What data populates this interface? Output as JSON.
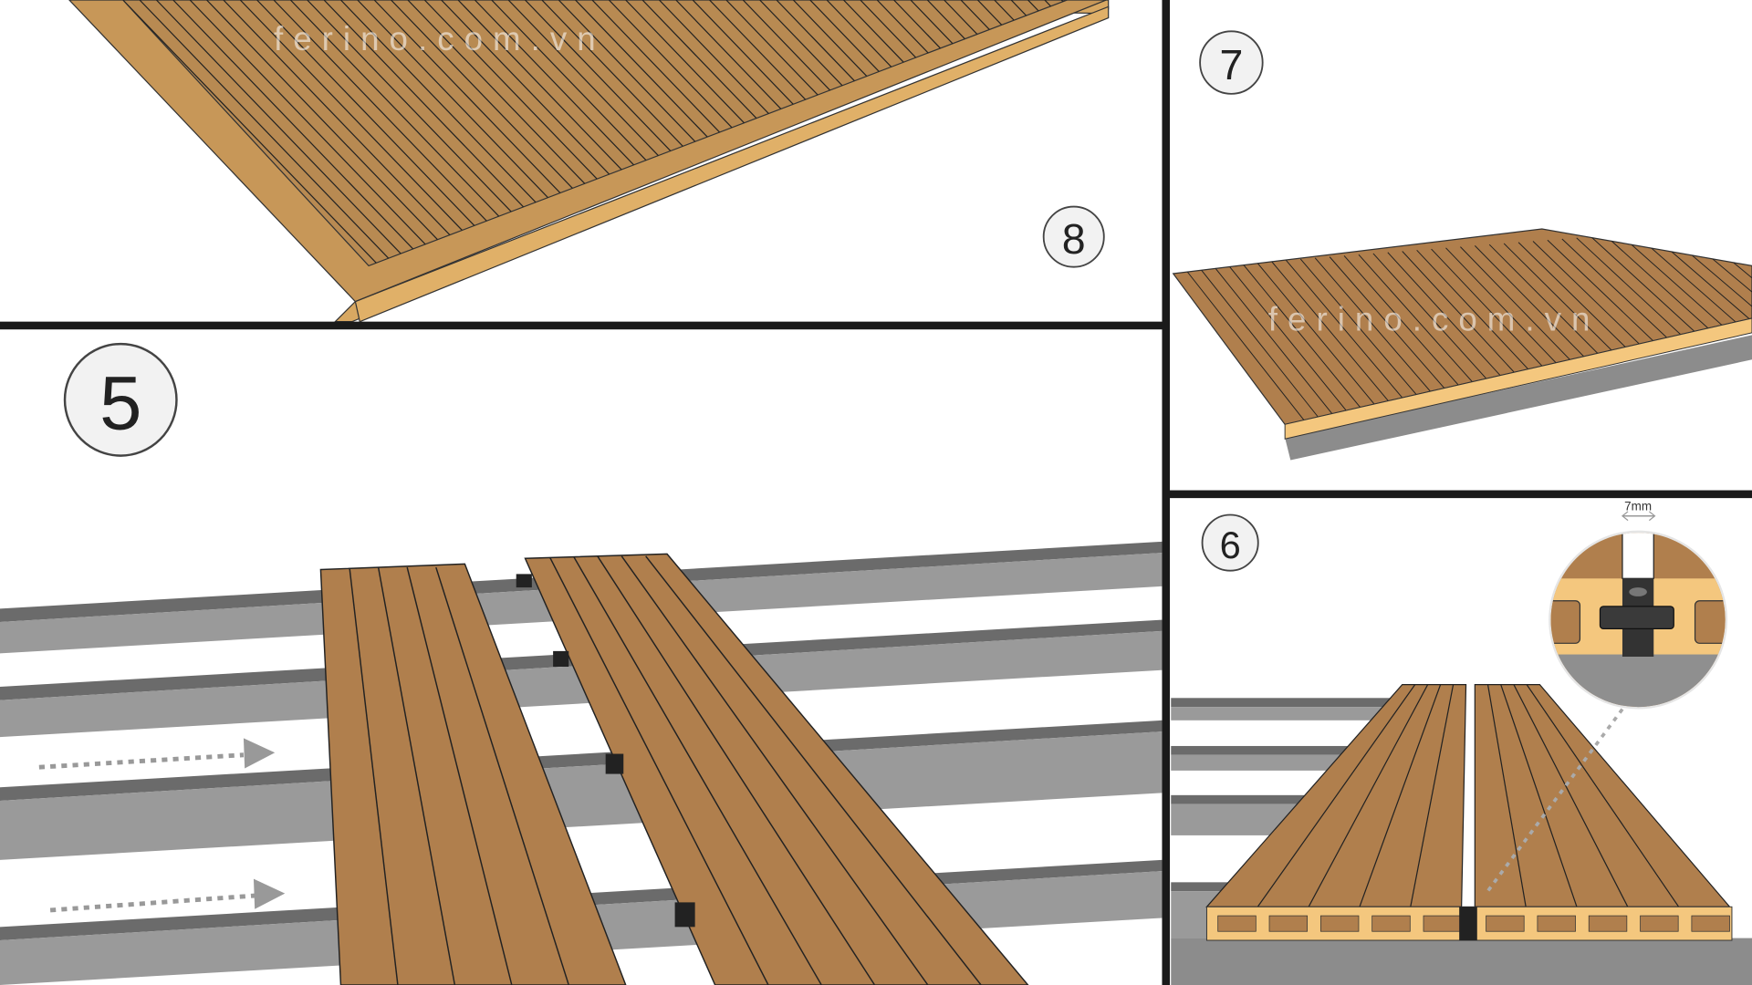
{
  "panels": [
    {
      "step": "8",
      "watermark": "ferino.com.vn"
    },
    {
      "step": "5"
    },
    {
      "step": "7",
      "watermark": "ferino.com.vn"
    },
    {
      "step": "6",
      "gap_label": "7mm"
    }
  ],
  "colors": {
    "board": "#b07f4d",
    "board_light": "#f4c77e",
    "frame": "#d8a862",
    "joist_top": "#6b6b6b",
    "joist_front": "#9a9a9a",
    "divider": "#1a1a1a"
  }
}
